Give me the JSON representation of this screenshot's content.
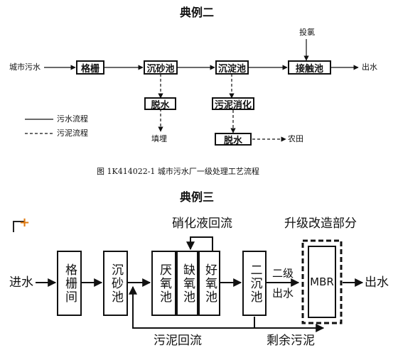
{
  "diagram1": {
    "title": "典例二",
    "input": "城市污水",
    "output": "出水",
    "chlorine": "投氯",
    "boxes": {
      "grille": "格栅",
      "grit": "沉砂池",
      "sedimentation": "沉淀池",
      "contact": "接触池",
      "dewater1": "脱水",
      "digestion": "污泥消化",
      "dewater2": "脱水"
    },
    "landfill": "填埋",
    "farmland": "农田",
    "legend": {
      "sewage": "污水流程",
      "sludge": "污泥流程"
    },
    "caption": "图 1K414022-1   城市污水厂一级处理工艺流程"
  },
  "diagram2": {
    "title": "典例三",
    "input": "进水",
    "output": "出水",
    "boxes": {
      "grille": "格栅间",
      "grit": "沉砂池",
      "anaerobic": "厌氧池",
      "anoxic": "缺氧池",
      "aerobic": "好氧池",
      "secondary": "二沉池",
      "mbr": "MBR"
    },
    "nitrate_return": "硝化液回流",
    "upgrade": "升级改造部分",
    "secondary_effluent_1": "二级",
    "secondary_effluent_2": "出水",
    "sludge_return": "污泥回流",
    "excess_sludge": "剩余污泥"
  }
}
